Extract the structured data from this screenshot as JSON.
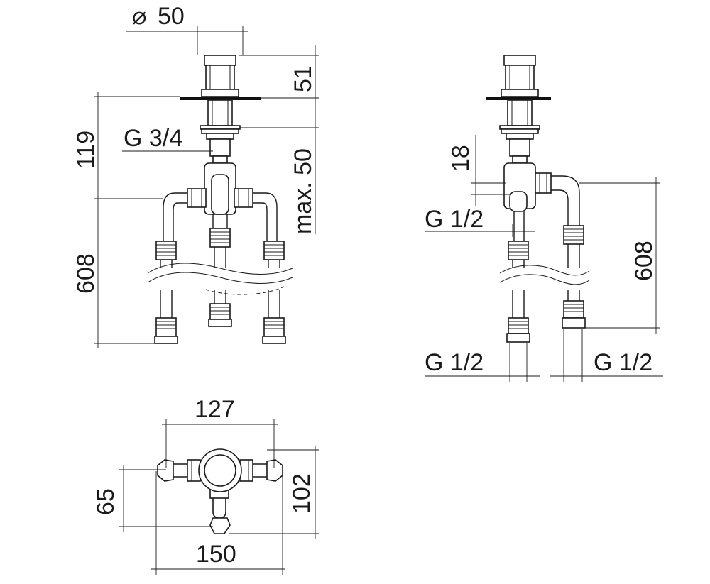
{
  "labels": {
    "diameter_symbol": "⌀",
    "diameter_value": "50",
    "dim_51": "51",
    "dim_119": "119",
    "thread_g34": "G 3/4",
    "dim_max50": "max. 50",
    "dim_608_front": "608",
    "dim_18": "18",
    "thread_g12_upper": "G 1/2",
    "dim_608_side": "608",
    "thread_g12_bottom_left": "G 1/2",
    "thread_g12_bottom_right": "G 1/2",
    "dim_127": "127",
    "dim_65": "65",
    "dim_102": "102",
    "dim_150": "150"
  },
  "colors": {
    "line": "#1a1a1a",
    "background": "#ffffff",
    "plate": "#111111"
  }
}
